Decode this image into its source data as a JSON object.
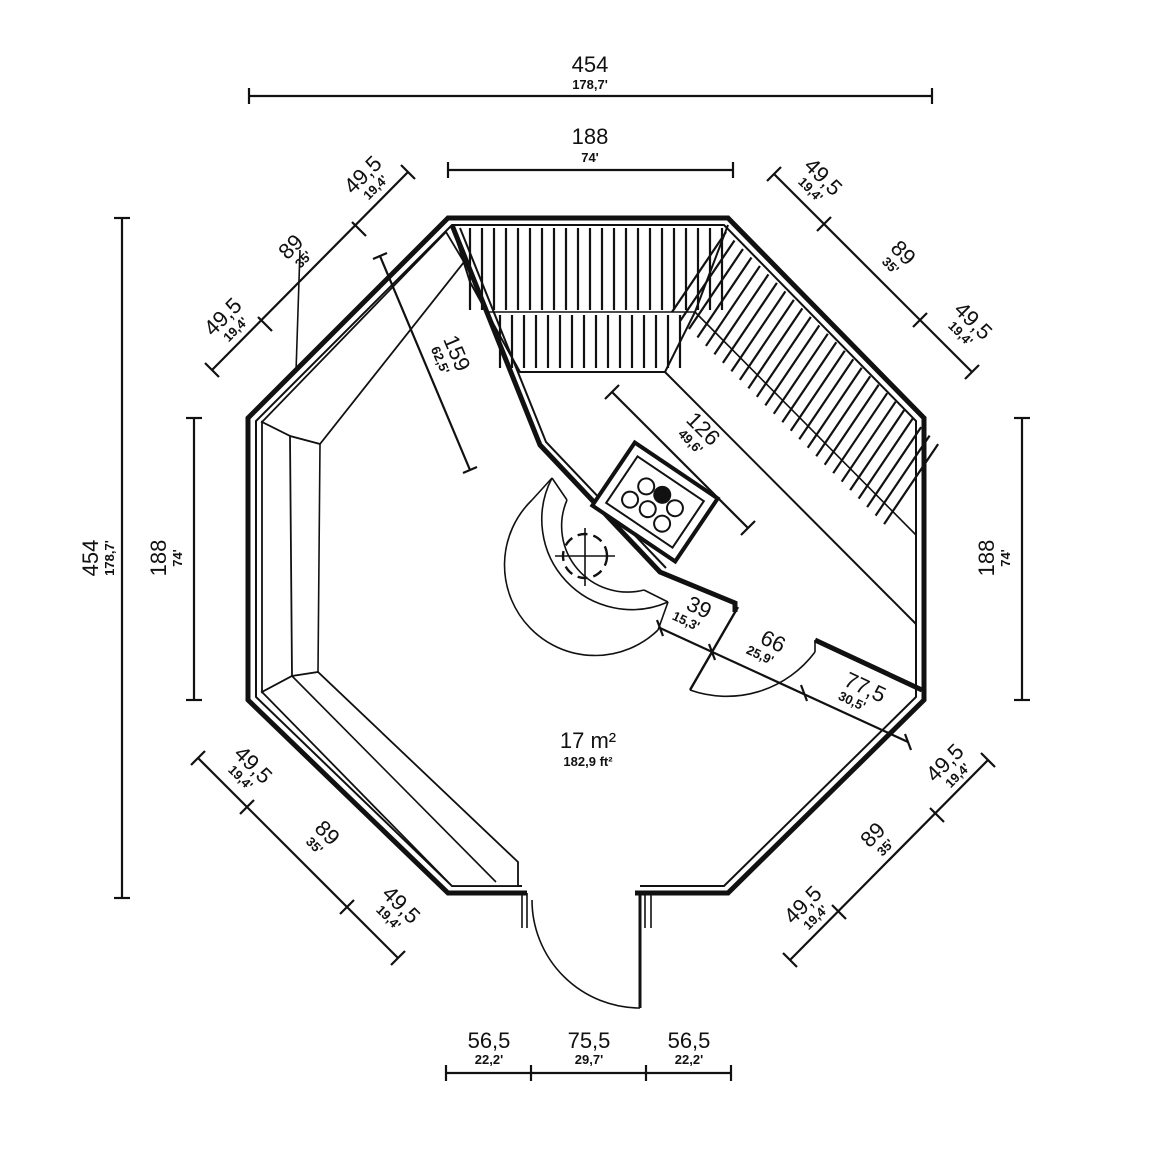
{
  "dimensions": {
    "overall_width": {
      "value": "454",
      "sub": "178,7'"
    },
    "overall_height": {
      "value": "454",
      "sub": "178,7'"
    },
    "top_wall": {
      "value": "188",
      "sub": "74'"
    },
    "left_wall": {
      "value": "188",
      "sub": "74'"
    },
    "right_wall": {
      "value": "188",
      "sub": "74'"
    },
    "nw_seg1": {
      "value": "49,5",
      "sub": "19,4'"
    },
    "nw_seg2": {
      "value": "89",
      "sub": "35'"
    },
    "nw_seg3": {
      "value": "49,5",
      "sub": "19,4'"
    },
    "ne_seg1": {
      "value": "49,5",
      "sub": "19,4'"
    },
    "ne_seg2": {
      "value": "89",
      "sub": "35'"
    },
    "ne_seg3": {
      "value": "49,5",
      "sub": "19,4'"
    },
    "sw_seg1": {
      "value": "49,5",
      "sub": "19,4'"
    },
    "sw_seg2": {
      "value": "89",
      "sub": "35'"
    },
    "sw_seg3": {
      "value": "49,5",
      "sub": "19,4'"
    },
    "se_seg1": {
      "value": "49,5",
      "sub": "19,4'"
    },
    "se_seg2": {
      "value": "89",
      "sub": "35'"
    },
    "se_seg3": {
      "value": "49,5",
      "sub": "19,4'"
    },
    "bench_depth": {
      "value": "159",
      "sub": "62,5'"
    },
    "stove_wall": {
      "value": "126",
      "sub": "49,6'"
    },
    "partition_a": {
      "value": "39",
      "sub": "15,3'"
    },
    "partition_b": {
      "value": "66",
      "sub": "25,9'"
    },
    "partition_c": {
      "value": "77,5",
      "sub": "30,5'"
    },
    "bottom_left": {
      "value": "56,5",
      "sub": "22,2'"
    },
    "bottom_door": {
      "value": "75,5",
      "sub": "29,7'"
    },
    "bottom_right": {
      "value": "56,5",
      "sub": "22,2'"
    }
  },
  "area": {
    "value": "17 m²",
    "sub": "182,9 ft²"
  }
}
